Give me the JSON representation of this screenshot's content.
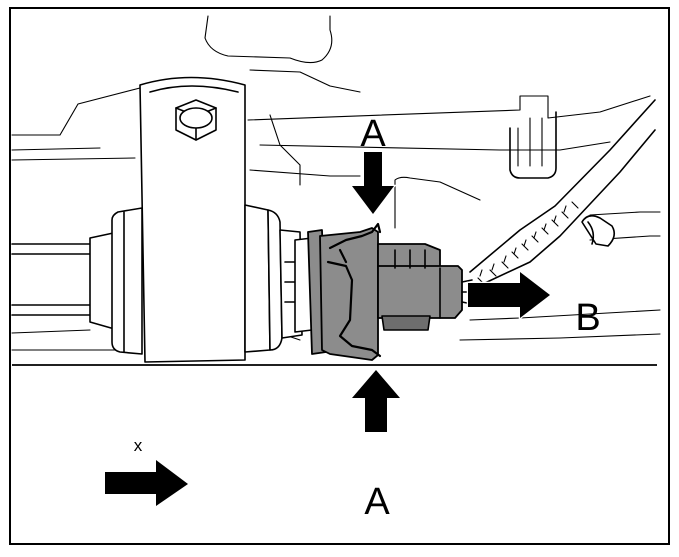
{
  "labels": {
    "callout_a_top": "A",
    "callout_a_bottom": "A",
    "callout_b": "B",
    "legend_x": "x"
  },
  "colors": {
    "line": "#000000",
    "background": "#ffffff",
    "connector_fill": "#8c8c8c",
    "arrow_fill": "#000000"
  },
  "icons": {
    "press_arrow_top": "arrow-down-icon",
    "press_arrow_bottom": "arrow-up-icon",
    "pull_arrow": "arrow-right-icon",
    "legend_arrow": "arrow-right-icon"
  }
}
